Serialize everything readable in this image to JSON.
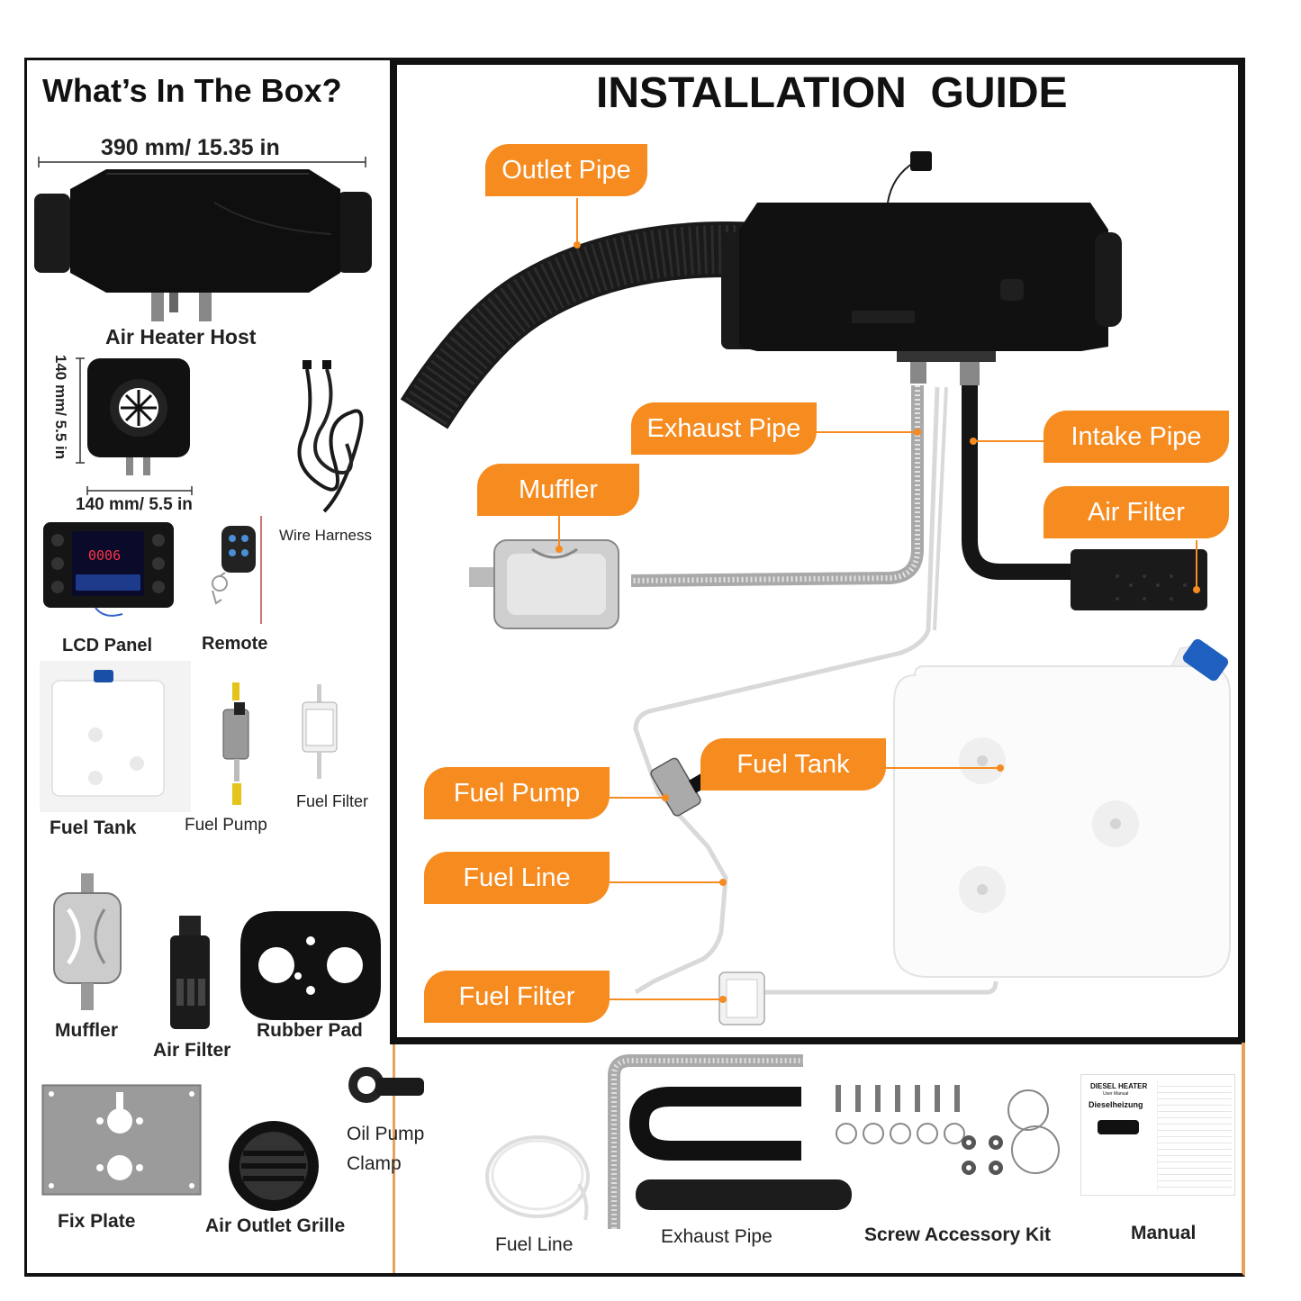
{
  "box": {
    "title": "What’s In The Box?",
    "dim_width": "390 mm/ 15.35 in",
    "dim_height": "140 mm/ 5.5 in",
    "dim_width_small": "140 mm/ 5.5 in",
    "items": {
      "air_heater_host": "Air Heater Host",
      "wire_harness": "Wire Harness",
      "lcd_panel": "LCD Panel",
      "remote": "Remote",
      "fuel_tank": "Fuel Tank",
      "fuel_pump": "Fuel Pump",
      "fuel_filter": "Fuel Filter",
      "muffler": "Muffler",
      "air_filter": "Air Filter",
      "rubber_pad": "Rubber Pad",
      "fix_plate": "Fix Plate",
      "air_outlet_grille": "Air Outlet Grille",
      "oil_pump_clamp_1": "Oil Pump",
      "oil_pump_clamp_2": "Clamp",
      "fuel_line": "Fuel Line",
      "exhaust_pipe": "Exhaust Pipe",
      "screw_kit": "Screw Accessory Kit",
      "manual": "Manual"
    },
    "lcd_display": "0006",
    "manual_doc": {
      "title": "DIESEL HEATER",
      "subtitle": "User Manual",
      "title_de": "Dieselheizung"
    }
  },
  "guide": {
    "title": "INSTALLATION  GUIDE",
    "callouts": {
      "outlet_pipe": "Outlet Pipe",
      "exhaust_pipe": "Exhaust Pipe",
      "intake_pipe": "Intake Pipe",
      "muffler": "Muffler",
      "air_filter": "Air Filter",
      "fuel_tank": "Fuel Tank",
      "fuel_pump": "Fuel Pump",
      "fuel_line": "Fuel Line",
      "fuel_filter": "Fuel Filter"
    }
  },
  "colors": {
    "accent": "#f68b1f",
    "frame_dark": "#111111",
    "frame_orange": "#e8a25a"
  }
}
